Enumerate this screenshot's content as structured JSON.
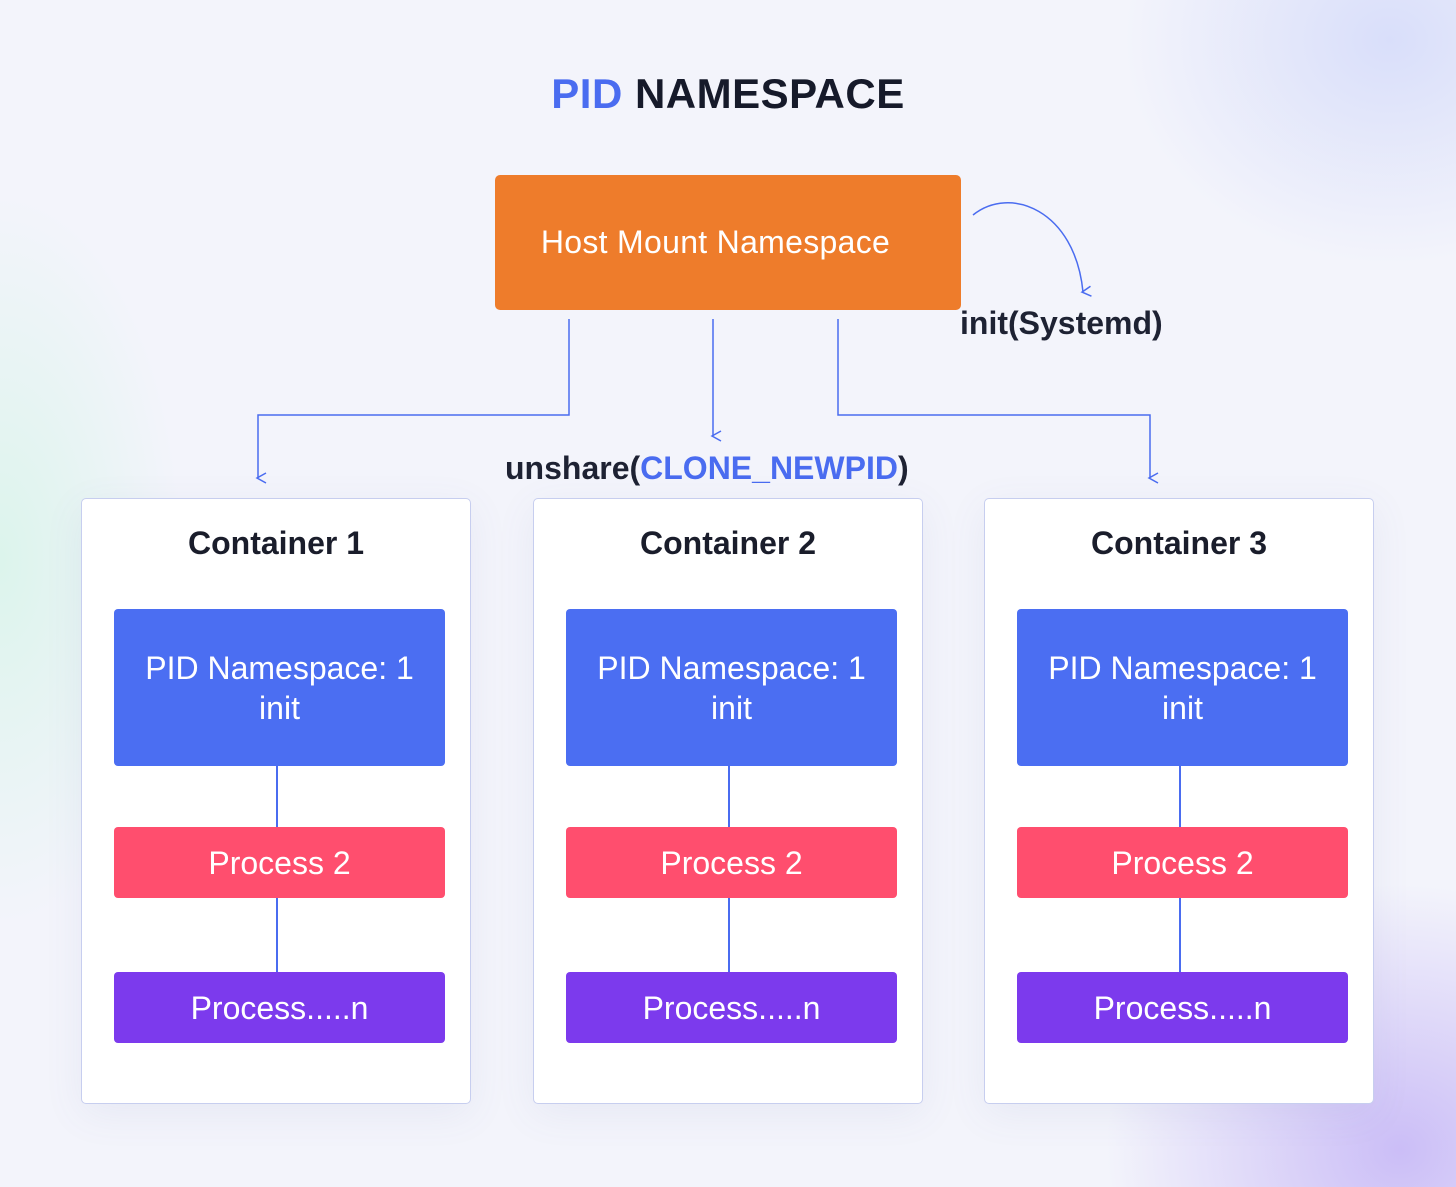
{
  "title": {
    "accent": "PID",
    "rest": " NAMESPACE"
  },
  "host": {
    "label": "Host Mount Namespace"
  },
  "init_label": "init(Systemd)",
  "unshare": {
    "prefix": "unshare(",
    "accent": "CLONE_NEWPID",
    "suffix": ")"
  },
  "containers": [
    {
      "title": "Container 1",
      "pid_line1": "PID Namespace: 1",
      "pid_line2": "init",
      "process2": "Process 2",
      "processn": "Process.....n"
    },
    {
      "title": "Container 2",
      "pid_line1": "PID Namespace: 1",
      "pid_line2": "init",
      "process2": "Process 2",
      "processn": "Process.....n"
    },
    {
      "title": "Container 3",
      "pid_line1": "PID Namespace: 1",
      "pid_line2": "init",
      "process2": "Process 2",
      "processn": "Process.....n"
    }
  ],
  "colors": {
    "accent": "#4a6cf0",
    "host_box": "#ee7c2b",
    "pid_box": "#4b6ef2",
    "process2_box": "#ff4e6e",
    "processn_box": "#7c3aed"
  }
}
